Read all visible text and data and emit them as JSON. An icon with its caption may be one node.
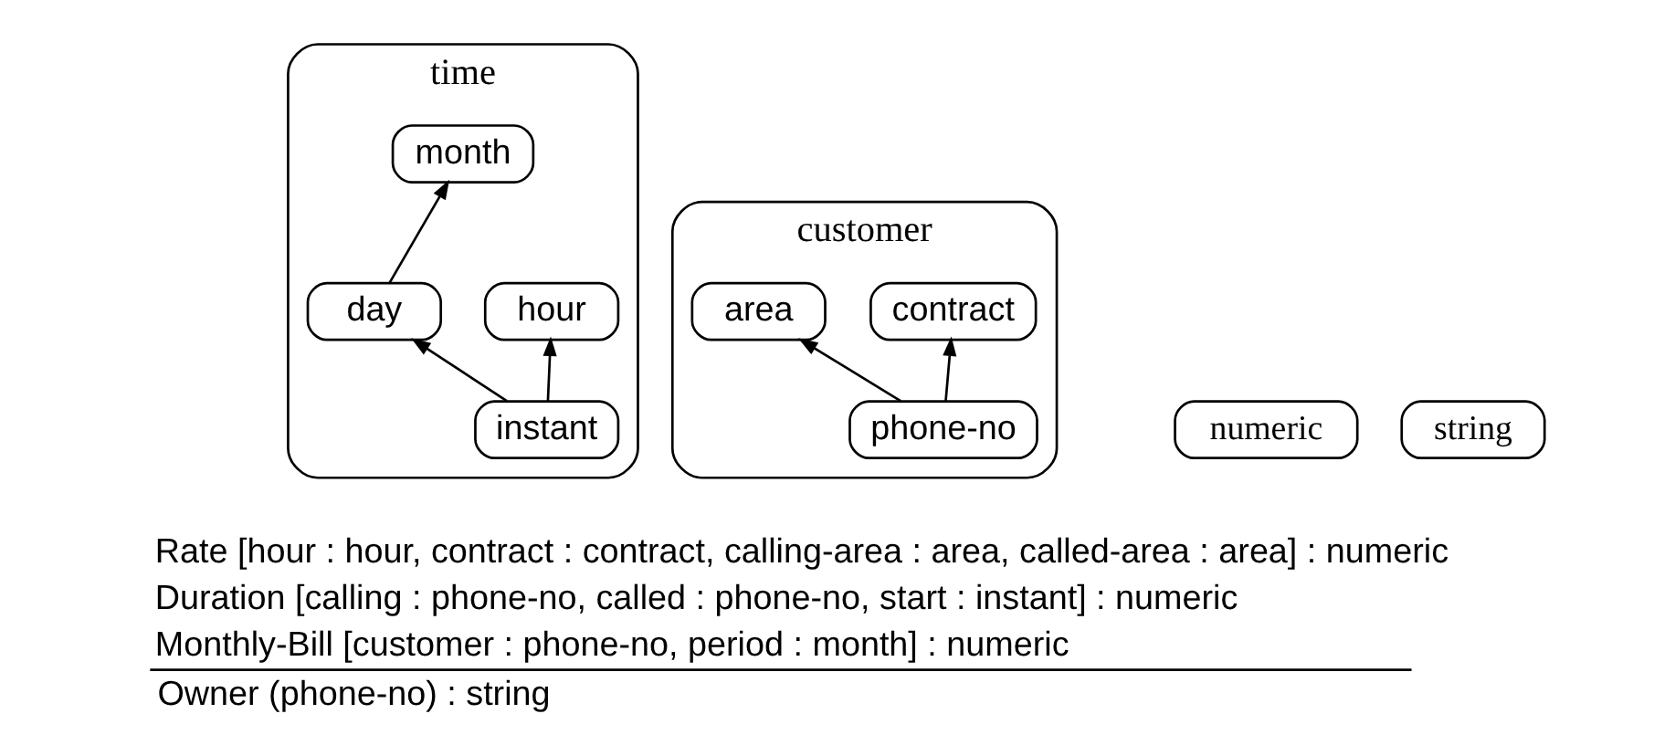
{
  "diagram": {
    "nodes": [
      {
        "text": [
          "time"
        ]
      },
      {
        "text": [
          "month"
        ],
        "in": 0
      },
      {
        "text": [
          "day"
        ],
        "in": 0
      },
      {
        "text": [
          "hour"
        ],
        "in": 0
      },
      {
        "text": [
          "instant"
        ],
        "in": 0
      },
      {
        "text": [
          "customer"
        ]
      },
      {
        "text": [
          "area"
        ],
        "in": 5
      },
      {
        "text": [
          "contract"
        ],
        "in": 5
      },
      {
        "text": [
          "phone-no"
        ],
        "in": 5
      },
      {
        "text": [
          "numeric"
        ]
      },
      {
        "text": [
          "string"
        ]
      }
    ],
    "edges": [
      {
        "from": 2,
        "to": 1,
        "arrow": "to"
      },
      {
        "from": 4,
        "to": 2,
        "arrow": "to"
      },
      {
        "from": 4,
        "to": 3,
        "arrow": "to"
      },
      {
        "from": 8,
        "to": 6,
        "arrow": "to"
      },
      {
        "from": 8,
        "to": 7,
        "arrow": "to"
      }
    ],
    "labels": [
      "Rate [hour : hour, contract : contract, calling-area : area, called-area : area] : numeric",
      "Duration [calling : phone-no, called : phone-no, start : instant] : numeric",
      "Monthly-Bill [customer : phone-no, period : month] : numeric",
      "Owner (phone-no) : string"
    ]
  }
}
